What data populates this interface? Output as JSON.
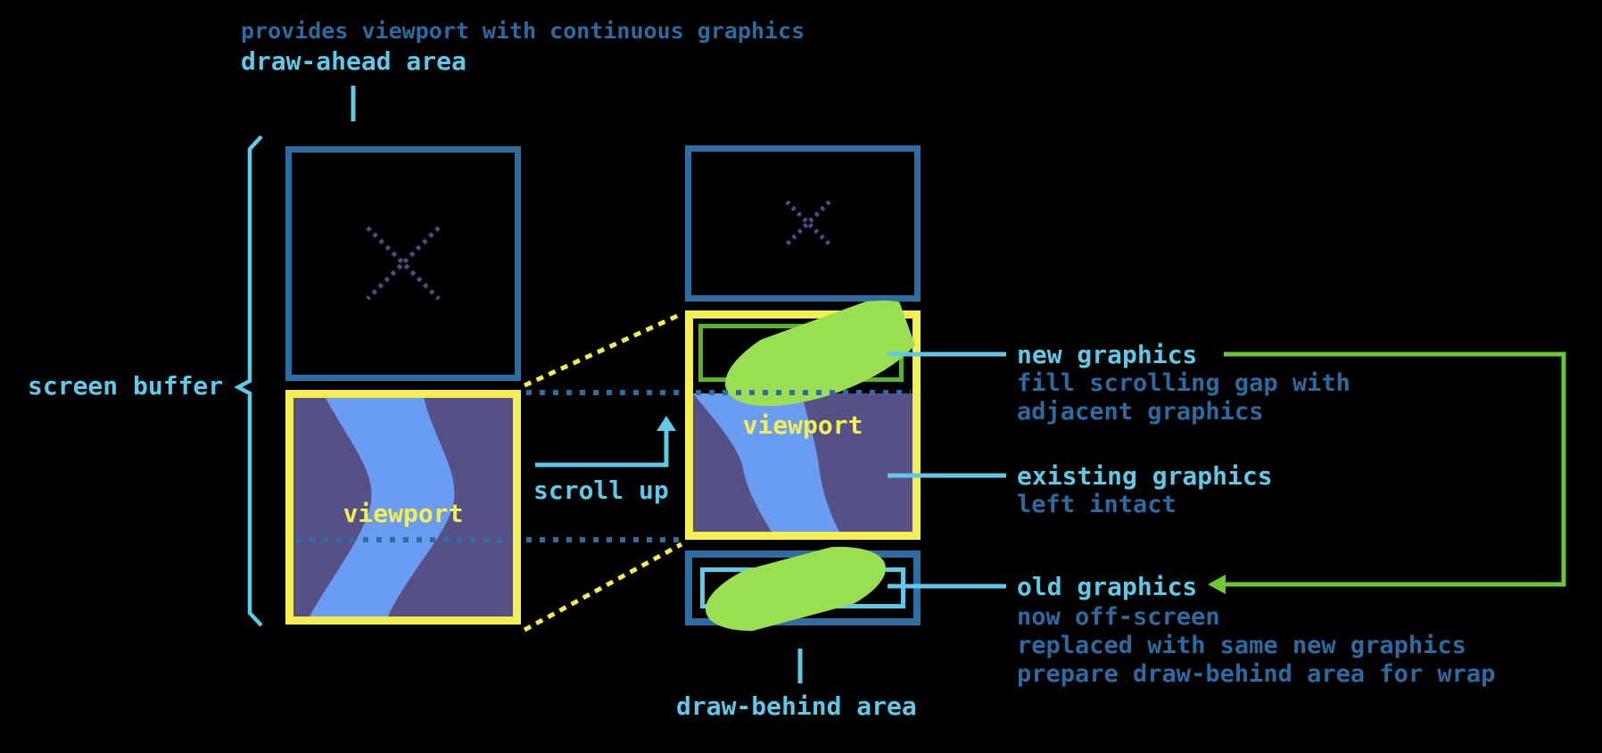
{
  "title": "screen buffer scrolling diagram",
  "palette": {
    "background": "#000000",
    "primary_cyan": "#5fc9e7",
    "secondary_blue": "#2d6a9f",
    "box_border_blue": "#2e6da4",
    "viewport_yellow": "#f5ee52",
    "buffer_purple": "#555187",
    "river_blue": "#6a9df2",
    "cross_purple": "#4c4c7e",
    "wrap_line_green": "#6fc636",
    "new_graphics_green": "#9ade52",
    "new_rect_border_green": "#5ab32a"
  },
  "annotations": {
    "top_note": "provides viewport with continuous graphics",
    "draw_ahead_label": "draw-ahead area",
    "screen_buffer_label": "screen buffer",
    "scroll_up_label": "scroll up",
    "draw_behind_label": "draw-behind area",
    "new_graphics": {
      "label": "new graphics",
      "desc1": "fill scrolling gap with",
      "desc2": "adjacent graphics"
    },
    "existing_graphics": {
      "label": "existing graphics",
      "desc1": "left intact"
    },
    "old_graphics": {
      "label": "old graphics",
      "desc1": "now off-screen",
      "desc2": "replaced with same new graphics",
      "desc3": "prepare draw-behind area for wrap"
    }
  },
  "diagram": {
    "left_buffer": {
      "viewport_label": "viewport"
    },
    "right_buffer": {
      "viewport_label": "viewport"
    }
  }
}
